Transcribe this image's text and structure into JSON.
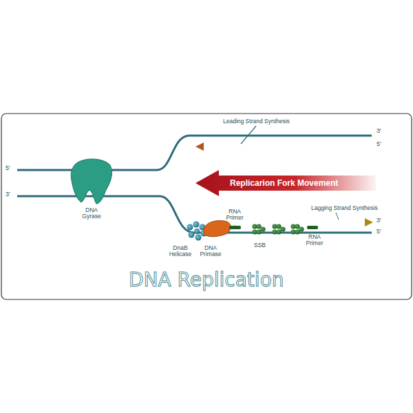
{
  "diagram": {
    "title": "DNA Replication",
    "nodes": [
      {
        "text": [
          "Replicarion Fork Movement"
        ]
      }
    ],
    "labels": [
      "Leading Strand Synthesis",
      "3'",
      "5'",
      "5'",
      "3'",
      "DNA Gyrase",
      "RNA Primer",
      "Lagging Strand Synthesis",
      "3'",
      "5'",
      "DnaB Helicase",
      "DNA Primase",
      "SSB",
      "RNA Primer"
    ]
  }
}
